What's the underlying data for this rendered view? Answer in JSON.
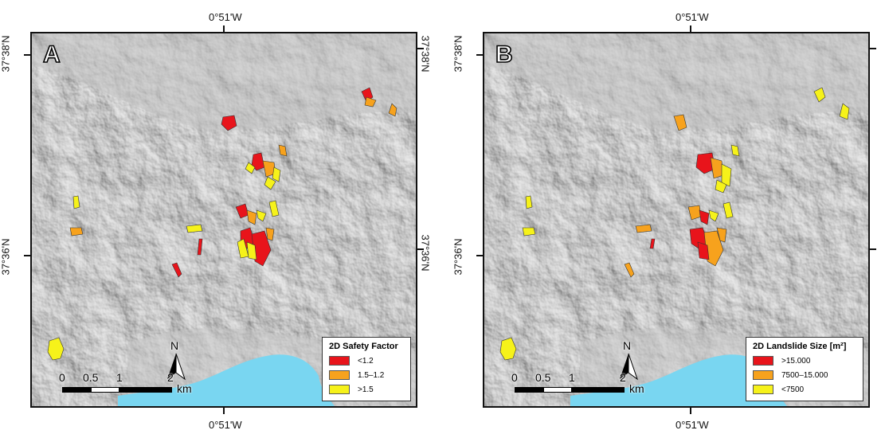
{
  "colors": {
    "red": "#e8141b",
    "orange": "#f7a21d",
    "yellow": "#f6f21a",
    "sea": "#79d6f1",
    "relief": "#c8c8c8"
  },
  "coords": {
    "lon_top": "0°51'W",
    "lon_bottom": "0°51'W",
    "lat_upper": "37°38'N",
    "lat_lower": "37°36'N"
  },
  "scale": {
    "ticks": [
      "0",
      "0.5",
      "1",
      "2"
    ],
    "unit": "km"
  },
  "north_label": "N",
  "panels": [
    {
      "letter": "A",
      "legend_title": "2D Safety Factor",
      "legend_items": [
        {
          "label": "<1.2",
          "color": "#e8141b"
        },
        {
          "label": "1.5–1.2",
          "color": "#f7a21d"
        },
        {
          "label": ">1.5",
          "color": "#f6f21a"
        }
      ]
    },
    {
      "letter": "B",
      "legend_title": "2D Landslide Size [m²]",
      "legend_items": [
        {
          "label": ">15.000",
          "color": "#e8141b"
        },
        {
          "label": "7500–15.000",
          "color": "#f7a21d"
        },
        {
          "label": "<7500",
          "color": "#f6f21a"
        }
      ]
    }
  ]
}
